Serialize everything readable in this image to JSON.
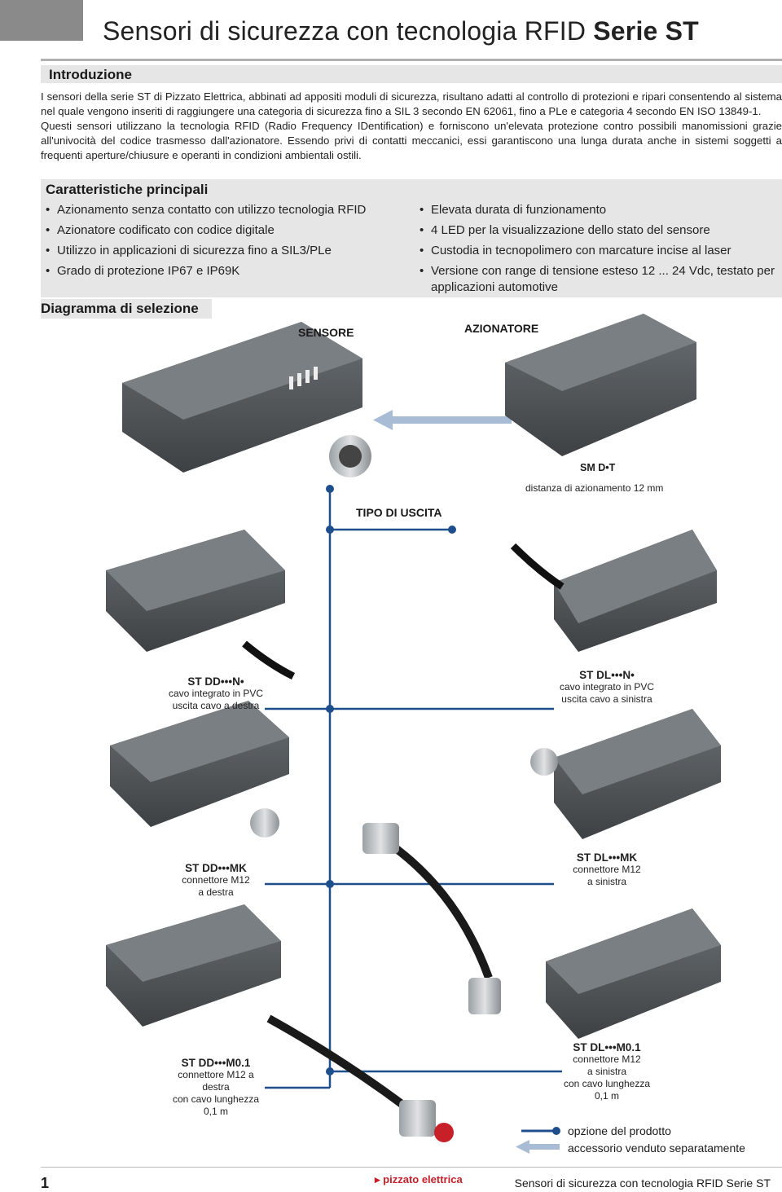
{
  "header": {
    "title_regular": "Sensori di sicurezza con tecnologia RFID ",
    "title_bold": "Serie ST"
  },
  "intro": {
    "heading": "Introduzione",
    "p1": "I sensori della serie ST di Pizzato Elettrica, abbinati ad appositi moduli di sicurezza, risultano adatti al controllo di protezioni e ripari consentendo al sistema nel quale vengono inseriti di raggiungere una categoria di sicurezza fino a SIL 3 secondo EN 62061, fino a PLe e categoria 4 secondo EN ISO 13849-1.",
    "p2": "Questi sensori utilizzano la tecnologia RFID (Radio Frequency IDentification) e forniscono un'elevata protezione contro possibili manomissioni grazie all'univocità del codice trasmesso dall'azionatore. Essendo privi di contatti meccanici, essi garantiscono una lunga durata anche in sistemi soggetti a frequenti aperture/chiusure e operanti in condizioni ambientali ostili."
  },
  "features": {
    "heading": "Caratteristiche principali",
    "left": [
      "Azionamento senza contatto con utilizzo tecnologia RFID",
      "Azionatore codificato con codice digitale",
      "Utilizzo in applicazioni di sicurezza fino a SIL3/PLe",
      "Grado di protezione IP67 e IP69K"
    ],
    "right": [
      "Elevata durata di funzionamento",
      "4 LED per la visualizzazione dello stato del sensore",
      "Custodia in tecnopolimero con marcature incise al laser",
      "Versione con range di tensione esteso 12 ... 24 Vdc, testato per applicazioni automotive"
    ]
  },
  "diagram": {
    "heading": "Diagramma di selezione",
    "sensor_label": "SENSORE",
    "actuator_label": "AZIONATORE",
    "actuator_code": "SM D•T",
    "actuator_note": "distanza di azionamento 12 mm",
    "output_type": "TIPO DI USCITA",
    "options": [
      {
        "code": "ST DD•••N•",
        "l1": "cavo integrato in PVC",
        "l2": "uscita cavo a destra"
      },
      {
        "code": "ST DL•••N•",
        "l1": "cavo integrato in PVC",
        "l2": "uscita cavo a sinistra"
      },
      {
        "code": "ST DD•••MK",
        "l1": "connettore M12",
        "l2": "a destra"
      },
      {
        "code": "ST DL•••MK",
        "l1": "connettore M12",
        "l2": "a sinistra"
      },
      {
        "code": "ST DD•••M0.1",
        "l1": "connettore M12 a",
        "l2": "destra",
        "l3": "con cavo lunghezza",
        "l4": "0,1 m"
      },
      {
        "code": "ST DL•••M0.1",
        "l1": "connettore M12",
        "l2": "a sinistra",
        "l3": "con cavo lunghezza",
        "l4": "0,1 m"
      }
    ],
    "legend": {
      "product_option": "opzione del prodotto",
      "accessory": "accessorio venduto separatamente"
    },
    "colors": {
      "line": "#1f4e8c",
      "accessory": "#a9bcd6",
      "housing": "#555a5e"
    }
  },
  "footer": {
    "page": "1",
    "brand": "pizzato elettrica",
    "right": "Sensori di sicurezza con tecnologia RFID Serie ST"
  }
}
